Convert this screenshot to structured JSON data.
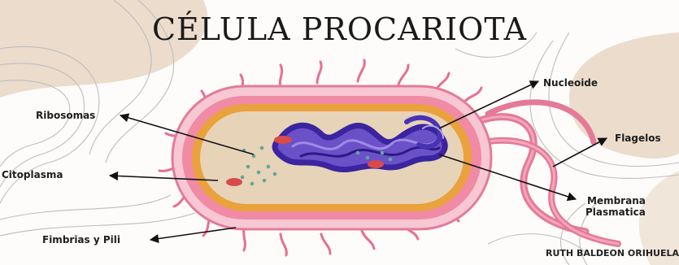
{
  "title": "CÉLULA PROCARIOTA",
  "labels": {
    "ribosomas": "Ribosomas",
    "citoplasma": "Citoplasma",
    "fimbrias": "Fimbrias y Pili",
    "nucleoide": "Nucleoide",
    "flagelos": "Flagelos",
    "membrana_line1": "Membrana",
    "membrana_line2": "Plasmatica"
  },
  "credit": "RUTH BALDEON ORIHUELA",
  "colors": {
    "background_blob": "#e9d9c9",
    "contour_lines": "#b8b8b8",
    "outer_wall": "#f2b6c6",
    "cell_membrane": "#e9a23c",
    "cytoplasm": "#e7d3b8",
    "nucleoid": "#5a3fb8",
    "ribosomes": "#5fa89a",
    "flagella": "#ea7e9a",
    "arrows": "#111111"
  }
}
